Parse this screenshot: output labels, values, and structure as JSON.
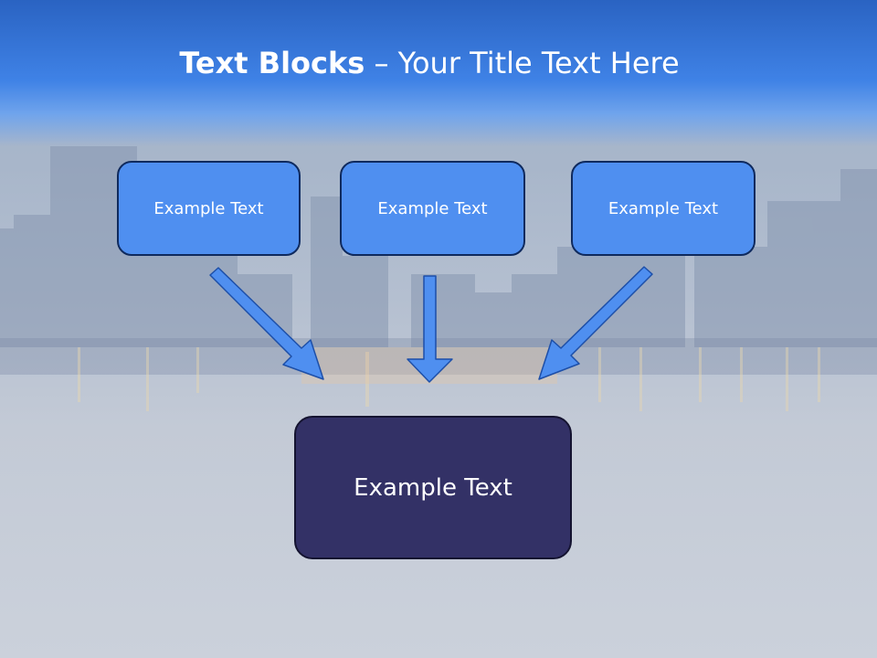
{
  "slide": {
    "title_bold": "Text Blocks",
    "title_dash": " – ",
    "title_rest": "Your Title Text Here"
  },
  "diagram": {
    "top_blocks": [
      {
        "label": "Example Text"
      },
      {
        "label": "Example Text"
      },
      {
        "label": "Example Text"
      }
    ],
    "main_block": {
      "label": "Example Text"
    }
  },
  "colors": {
    "header_blue": "#3f82e6",
    "block_blue": "#4f8ff0",
    "main_block": "#333166",
    "arrow": "#4f8ff0"
  }
}
